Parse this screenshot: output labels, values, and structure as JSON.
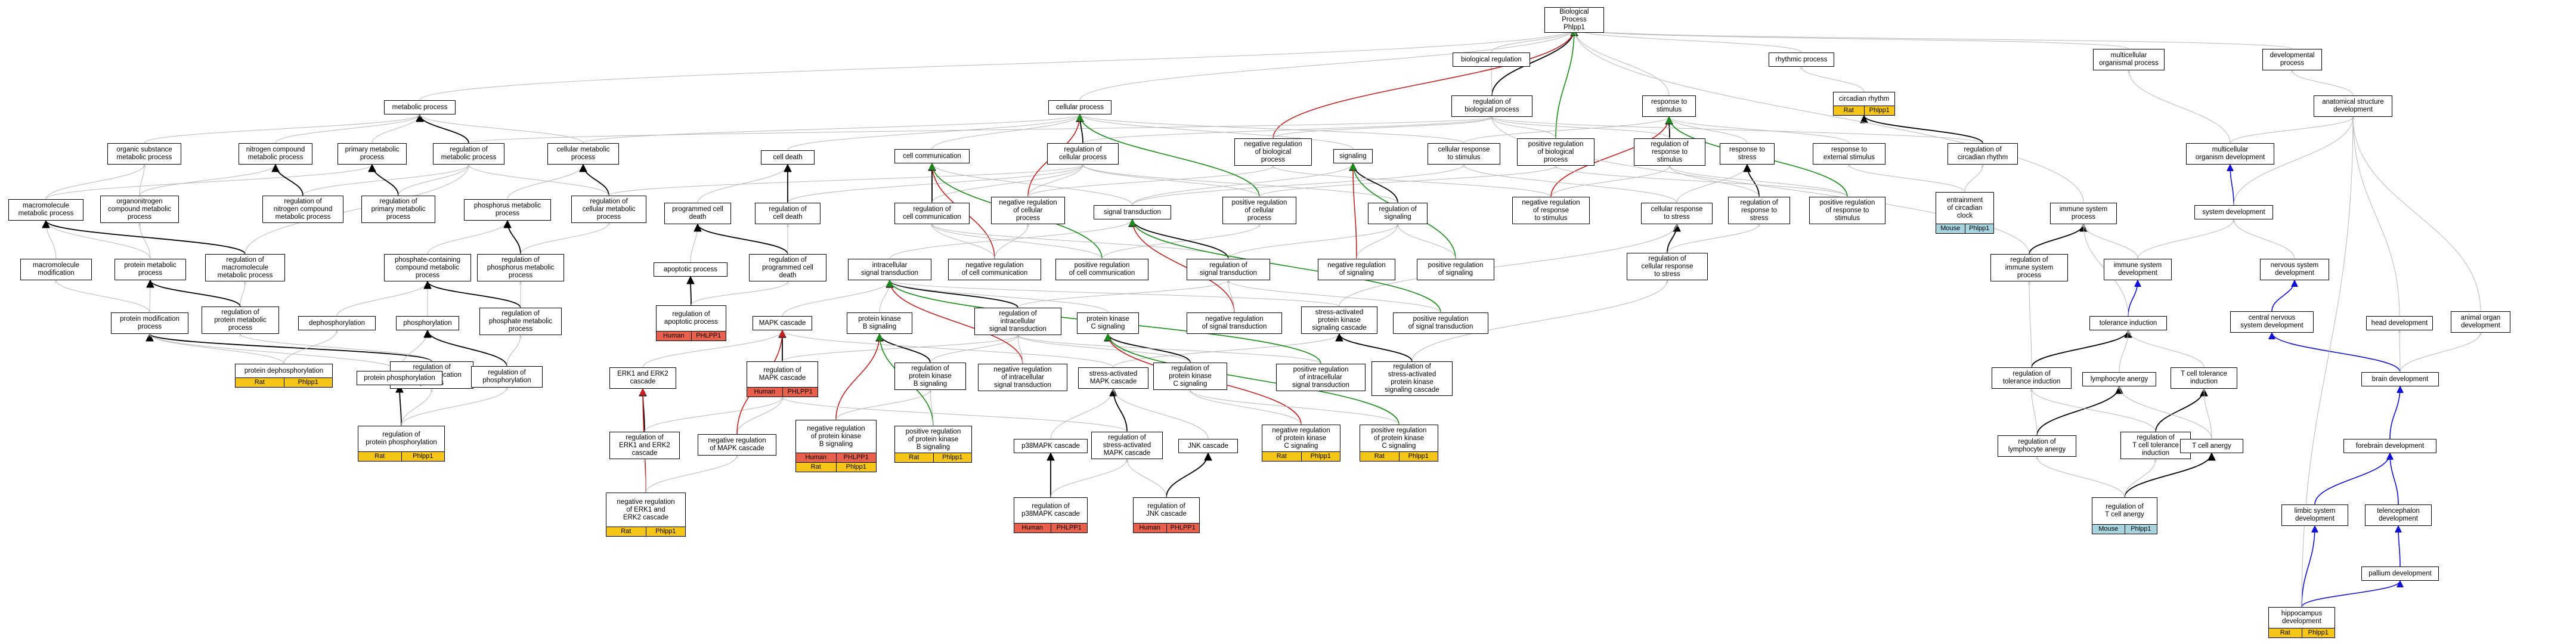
{
  "colors": {
    "rat": "#f5c518",
    "human": "#e8604c",
    "mouse": "#a8d4e0",
    "edge_is_a": "#b8b8b8",
    "edge_part_of": "#000000",
    "edge_positive": "#1a8a1a",
    "edge_negative": "#c22020",
    "edge_regulates": "#1010d8"
  },
  "nodes": [
    {
      "id": "bp",
      "label": "Biological Process\nPhlpp1"
    },
    {
      "id": "biological_regulation",
      "label": "biological regulation"
    },
    {
      "id": "rhythmic_process",
      "label": "rhythmic process"
    },
    {
      "id": "multicellular_organismal_process",
      "label": "multicellular\norganismal process"
    },
    {
      "id": "developmental_process",
      "label": "developmental\nprocess"
    },
    {
      "id": "regulation_of_biological_process",
      "label": "regulation of\nbiological process"
    },
    {
      "id": "response_to_stimulus",
      "label": "response to\nstimulus"
    },
    {
      "id": "circadian_rhythm",
      "label": "circadian rhythm",
      "tags": [
        {
          "species": "Rat",
          "gene": "Phlpp1"
        }
      ]
    },
    {
      "id": "anatomical_structure_development",
      "label": "anatomical structure\ndevelopment"
    },
    {
      "id": "metabolic_process",
      "label": "metabolic process"
    },
    {
      "id": "cellular_process",
      "label": "cellular process"
    },
    {
      "id": "organic_substance_metabolic_process",
      "label": "organic substance\nmetabolic process"
    },
    {
      "id": "nitrogen_compound_metabolic_process",
      "label": "nitrogen compound\nmetabolic process"
    },
    {
      "id": "primary_metabolic_process",
      "label": "primary metabolic\nprocess"
    },
    {
      "id": "regulation_of_metabolic_process",
      "label": "regulation of\nmetabolic process"
    },
    {
      "id": "cellular_metabolic_process",
      "label": "cellular metabolic\nprocess"
    },
    {
      "id": "cell_death",
      "label": "cell death"
    },
    {
      "id": "cell_communication",
      "label": "cell communication"
    },
    {
      "id": "regulation_of_cellular_process",
      "label": "regulation of\ncellular process"
    },
    {
      "id": "negative_regulation_of_biological_process",
      "label": "negative regulation\nof biological\nprocess"
    },
    {
      "id": "signaling",
      "label": "signaling"
    },
    {
      "id": "cellular_response_to_stimulus",
      "label": "cellular response\nto stimulus"
    },
    {
      "id": "positive_regulation_of_biological_process",
      "label": "positive regulation\nof biological\nprocess"
    },
    {
      "id": "regulation_of_response_to_stimulus",
      "label": "regulation of\nresponse to\nstimulus"
    },
    {
      "id": "response_to_stress",
      "label": "response to\nstress"
    },
    {
      "id": "response_to_external_stimulus",
      "label": "response to\nexternal stimulus"
    },
    {
      "id": "regulation_of_circadian_rhythm",
      "label": "regulation of\ncircadian rhythm"
    },
    {
      "id": "multicellular_organism_development",
      "label": "multicellular\norganism development"
    },
    {
      "id": "macromolecule_metabolic_process",
      "label": "macromolecule\nmetabolic process"
    },
    {
      "id": "organonitrogen_compound_metabolic_process",
      "label": "organonitrogen\ncompound metabolic\nprocess"
    },
    {
      "id": "regulation_of_nitrogen_compound_metabolic_process",
      "label": "regulation of\nnitrogen compound\nmetabolic process"
    },
    {
      "id": "regulation_of_primary_metabolic_process",
      "label": "regulation of\nprimary metabolic\nprocess"
    },
    {
      "id": "phosphorus_metabolic_process",
      "label": "phosphorus metabolic\nprocess"
    },
    {
      "id": "regulation_of_cellular_metabolic_process",
      "label": "regulation of\ncellular metabolic\nprocess"
    },
    {
      "id": "programmed_cell_death",
      "label": "programmed cell\ndeath"
    },
    {
      "id": "regulation_of_cell_death",
      "label": "regulation of\ncell death"
    },
    {
      "id": "regulation_of_cell_communication",
      "label": "regulation of\ncell communication"
    },
    {
      "id": "negative_regulation_of_cellular_process",
      "label": "negative regulation\nof cellular\nprocess"
    },
    {
      "id": "signal_transduction",
      "label": "signal transduction"
    },
    {
      "id": "positive_regulation_of_cellular_process",
      "label": "positive regulation\nof cellular\nprocess"
    },
    {
      "id": "regulation_of_signaling",
      "label": "regulation of\nsignaling"
    },
    {
      "id": "negative_regulation_of_response_to_stimulus",
      "label": "negative regulation\nof response\nto stimulus"
    },
    {
      "id": "cellular_response_to_stress",
      "label": "cellular response\nto stress"
    },
    {
      "id": "regulation_of_response_to_stress",
      "label": "regulation of\nresponse to\nstress"
    },
    {
      "id": "positive_regulation_of_response_to_stimulus",
      "label": "positive regulation\nof response to\nstimulus"
    },
    {
      "id": "entrainment_of_circadian_clock",
      "label": "entrainment\nof circadian\nclock",
      "tags": [
        {
          "species": "Mouse",
          "gene": "Phlpp1"
        }
      ]
    },
    {
      "id": "immune_system_process",
      "label": "immune system\nprocess"
    },
    {
      "id": "system_development",
      "label": "system development"
    },
    {
      "id": "macromolecule_modification",
      "label": "macromolecule\nmodification"
    },
    {
      "id": "protein_metabolic_process",
      "label": "protein metabolic\nprocess"
    },
    {
      "id": "regulation_of_macromolecule_metabolic_process",
      "label": "regulation of\nmacromolecule\nmetabolic process"
    },
    {
      "id": "phosphate_containing_compound_metabolic_process",
      "label": "phosphate-containing\ncompound metabolic\nprocess"
    },
    {
      "id": "regulation_of_phosphorus_metabolic_process",
      "label": "regulation of\nphosphorus metabolic\nprocess"
    },
    {
      "id": "apoptotic_process",
      "label": "apoptotic process"
    },
    {
      "id": "regulation_of_programmed_cell_death",
      "label": "regulation of\nprogrammed cell\ndeath"
    },
    {
      "id": "intracellular_signal_transduction",
      "label": "intracellular\nsignal transduction"
    },
    {
      "id": "negative_regulation_of_cell_communication",
      "label": "negative regulation\nof cell communication"
    },
    {
      "id": "positive_regulation_of_cell_communication",
      "label": "positive regulation\nof cell communication"
    },
    {
      "id": "regulation_of_signal_transduction",
      "label": "regulation of\nsignal transduction"
    },
    {
      "id": "negative_regulation_of_signaling",
      "label": "negative regulation\nof signaling"
    },
    {
      "id": "positive_regulation_of_signaling",
      "label": "positive regulation\nof signaling"
    },
    {
      "id": "regulation_of_cellular_response_to_stress",
      "label": "regulation of\ncellular response\nto stress"
    },
    {
      "id": "regulation_of_immune_system_process",
      "label": "regulation of\nimmune system\nprocess"
    },
    {
      "id": "immune_system_development",
      "label": "immune system\ndevelopment"
    },
    {
      "id": "nervous_system_development",
      "label": "nervous system\ndevelopment"
    },
    {
      "id": "protein_modification_process",
      "label": "protein modification\nprocess"
    },
    {
      "id": "dephosphorylation",
      "label": "dephosphorylation"
    },
    {
      "id": "phosphorylation",
      "label": "phosphorylation"
    },
    {
      "id": "regulation_of_phosphate_metabolic_process",
      "label": "regulation of\nphosphate metabolic\nprocess"
    },
    {
      "id": "regulation_of_protein_metabolic_process",
      "label": "regulation of\nprotein metabolic\nprocess"
    },
    {
      "id": "regulation_of_apoptotic_process",
      "label": "regulation of\napoptotic process",
      "tags": [
        {
          "species": "Human",
          "gene": "PHLPP1"
        }
      ]
    },
    {
      "id": "mapk_cascade",
      "label": "MAPK cascade"
    },
    {
      "id": "protein_kinase_b_signaling",
      "label": "protein kinase\nB signaling"
    },
    {
      "id": "regulation_of_intracellular_signal_transduction",
      "label": "regulation of\nintracellular\nsignal transduction"
    },
    {
      "id": "protein_kinase_c_signaling",
      "label": "protein kinase\nC signaling"
    },
    {
      "id": "negative_regulation_of_signal_transduction",
      "label": "negative regulation\nof signal transduction"
    },
    {
      "id": "stress_activated_protein_kinase_signaling_cascade",
      "label": "stress-activated\nprotein kinase\nsignaling cascade"
    },
    {
      "id": "positive_regulation_of_signal_transduction",
      "label": "positive regulation\nof signal transduction"
    },
    {
      "id": "tolerance_induction",
      "label": "tolerance induction"
    },
    {
      "id": "central_nervous_system_development",
      "label": "central nervous\nsystem development"
    },
    {
      "id": "head_development",
      "label": "head development"
    },
    {
      "id": "animal_organ_development",
      "label": "animal organ\ndevelopment"
    },
    {
      "id": "regulation_of_protein_modification_process",
      "label": "regulation of\nprotein modification\nprocess"
    },
    {
      "id": "protein_dephosphorylation",
      "label": "protein dephosphorylation",
      "tags": [
        {
          "species": "Rat",
          "gene": "Phlpp1"
        }
      ]
    },
    {
      "id": "protein_phosphorylation",
      "label": "protein phosphorylation"
    },
    {
      "id": "regulation_of_phosphorylation",
      "label": "regulation of\nphosphorylation"
    },
    {
      "id": "erk1_and_erk2_cascade",
      "label": "ERK1 and ERK2\ncascade"
    },
    {
      "id": "regulation_of_mapk_cascade",
      "label": "regulation of\nMAPK cascade",
      "tags": [
        {
          "species": "Human",
          "gene": "PHLPP1"
        }
      ]
    },
    {
      "id": "regulation_of_protein_kinase_b_signaling",
      "label": "regulation of\nprotein kinase\nB signaling"
    },
    {
      "id": "negative_regulation_of_intracellular_signal_transduction",
      "label": "negative regulation\nof intracellular\nsignal transduction"
    },
    {
      "id": "stress_activated_mapk_cascade",
      "label": "stress-activated\nMAPK cascade"
    },
    {
      "id": "regulation_of_protein_kinase_c_signaling",
      "label": "regulation of\nprotein kinase\nC signaling"
    },
    {
      "id": "positive_regulation_of_intracellular_signal_transduction",
      "label": "positive regulation\nof intracellular\nsignal transduction"
    },
    {
      "id": "regulation_of_stress_activated_protein_kinase_signaling_cascade",
      "label": "regulation of\nstress-activated\nprotein kinase\nsignaling cascade"
    },
    {
      "id": "regulation_of_tolerance_induction",
      "label": "regulation of\ntolerance induction"
    },
    {
      "id": "lymphocyte_anergy",
      "label": "lymphocyte anergy"
    },
    {
      "id": "t_cell_tolerance_induction",
      "label": "T cell tolerance\ninduction"
    },
    {
      "id": "brain_development",
      "label": "brain development"
    },
    {
      "id": "regulation_of_protein_phosphorylation",
      "label": "regulation of\nprotein phosphorylation",
      "tags": [
        {
          "species": "Rat",
          "gene": "Phlpp1"
        }
      ]
    },
    {
      "id": "regulation_of_erk1_and_erk2_cascade",
      "label": "regulation of\nERK1 and ERK2\ncascade"
    },
    {
      "id": "negative_regulation_of_mapk_cascade",
      "label": "negative regulation\nof MAPK cascade"
    },
    {
      "id": "negative_regulation_of_protein_kinase_b_signaling",
      "label": "negative regulation\nof protein kinase\nB signaling",
      "tags": [
        {
          "species": "Human",
          "gene": "PHLPP1"
        },
        {
          "species": "Rat",
          "gene": "Phlpp1"
        }
      ]
    },
    {
      "id": "positive_regulation_of_protein_kinase_b_signaling",
      "label": "positive regulation\nof protein kinase\nB signaling",
      "tags": [
        {
          "species": "Rat",
          "gene": "Phlpp1"
        }
      ]
    },
    {
      "id": "p38mapk_cascade",
      "label": "p38MAPK cascade"
    },
    {
      "id": "regulation_of_stress_activated_mapk_cascade",
      "label": "regulation of\nstress-activated\nMAPK cascade"
    },
    {
      "id": "jnk_cascade",
      "label": "JNK cascade"
    },
    {
      "id": "negative_regulation_of_protein_kinase_c_signaling",
      "label": "negative regulation\nof protein kinase\nC signaling",
      "tags": [
        {
          "species": "Rat",
          "gene": "Phlpp1"
        }
      ]
    },
    {
      "id": "positive_regulation_of_protein_kinase_c_signaling",
      "label": "positive regulation\nof protein kinase\nC signaling",
      "tags": [
        {
          "species": "Rat",
          "gene": "Phlpp1"
        }
      ]
    },
    {
      "id": "regulation_of_lymphocyte_anergy",
      "label": "regulation of\nlymphocyte anergy"
    },
    {
      "id": "regulation_of_t_cell_tolerance_induction",
      "label": "regulation of\nT cell tolerance\ninduction"
    },
    {
      "id": "t_cell_anergy",
      "label": "T cell anergy"
    },
    {
      "id": "forebrain_development",
      "label": "forebrain development"
    },
    {
      "id": "negative_regulation_of_erk1_and_erk2_cascade",
      "label": "negative regulation\nof ERK1 and\nERK2 cascade",
      "tags": [
        {
          "species": "Rat",
          "gene": "Phlpp1"
        }
      ]
    },
    {
      "id": "regulation_of_p38mapk_cascade",
      "label": "regulation of\np38MAPK cascade",
      "tags": [
        {
          "species": "Human",
          "gene": "PHLPP1"
        }
      ]
    },
    {
      "id": "regulation_of_jnk_cascade",
      "label": "regulation of\nJNK cascade",
      "tags": [
        {
          "species": "Human",
          "gene": "PHLPP1"
        }
      ]
    },
    {
      "id": "regulation_of_t_cell_anergy",
      "label": "regulation of\nT cell anergy",
      "tags": [
        {
          "species": "Mouse",
          "gene": "Phlpp1"
        }
      ]
    },
    {
      "id": "limbic_system_development",
      "label": "limbic system\ndevelopment"
    },
    {
      "id": "telencephalon_development",
      "label": "telencephalon\ndevelopment"
    },
    {
      "id": "pallium_development",
      "label": "pallium development"
    },
    {
      "id": "hippocampus_development",
      "label": "hippocampus\ndevelopment",
      "tags": [
        {
          "species": "Rat",
          "gene": "Phlpp1"
        }
      ]
    }
  ]
}
